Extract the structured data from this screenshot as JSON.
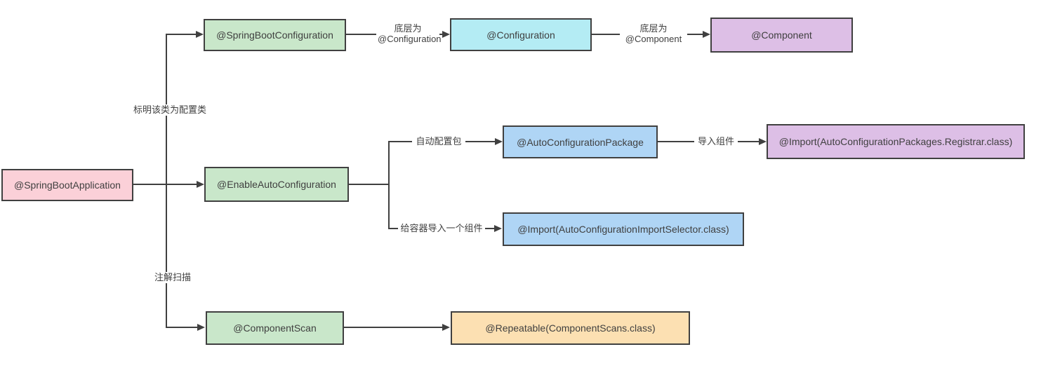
{
  "diagram": {
    "nodes": {
      "spring_boot_application": {
        "label": "@SpringBootApplication",
        "fill": "#fbd0d8"
      },
      "spring_boot_configuration": {
        "label": "@SpringBootConfiguration",
        "fill": "#c9e7ca"
      },
      "configuration": {
        "label": "@Configuration",
        "fill": "#b4ecf4"
      },
      "component": {
        "label": "@Component",
        "fill": "#ddbfe6"
      },
      "enable_auto_configuration": {
        "label": "@EnableAutoConfiguration",
        "fill": "#c9e7ca"
      },
      "auto_configuration_package": {
        "label": "@AutoConfigurationPackage",
        "fill": "#afd5f5"
      },
      "import_registrar": {
        "label": "@Import(AutoConfigurationPackages.Registrar.class)",
        "fill": "#ddbfe6"
      },
      "import_selector": {
        "label": "@Import(AutoConfigurationImportSelector.class)",
        "fill": "#afd5f5"
      },
      "component_scan": {
        "label": "@ComponentScan",
        "fill": "#c9e7ca"
      },
      "repeatable": {
        "label": "@Repeatable(ComponentScans.class)",
        "fill": "#fce0b2"
      }
    },
    "edge_labels": {
      "mark_as_config_class": "标明该类为配置类",
      "annotation_scan": "注解扫描",
      "underlying_is_1": "底层为",
      "underlying_is_configuration": "@Configuration",
      "underlying_is_2": "底层为",
      "underlying_is_component": "@Component",
      "auto_config_package": "自动配置包",
      "import_component": "导入组件",
      "import_one_component_to_container": "给容器导入一个组件"
    },
    "colors": {
      "line": "#404040",
      "text": "#3f3f3f",
      "background": "#ffffff"
    }
  }
}
